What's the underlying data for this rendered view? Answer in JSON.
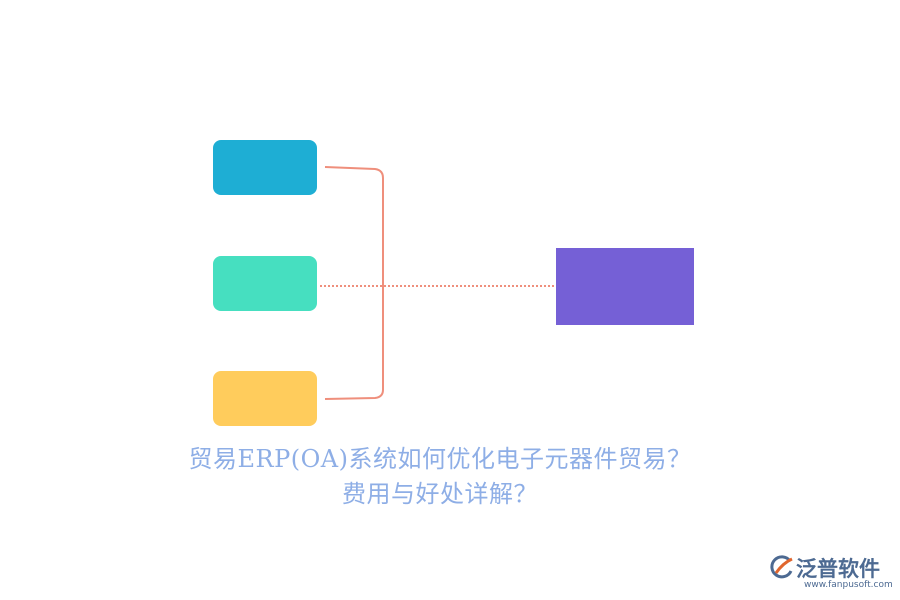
{
  "diagram": {
    "nodes": [
      {
        "id": "node-1",
        "color": "#1eaed4"
      },
      {
        "id": "node-2",
        "color": "#46dfc0"
      },
      {
        "id": "node-3",
        "color": "#ffcc5c"
      }
    ],
    "target_color": "#7560d6",
    "connector_color": "#ef8f7c"
  },
  "title": {
    "line1": "贸易ERP(OA)系统如何优化电子元器件贸易？",
    "line2": "费用与好处详解？",
    "color": "#8eaee6"
  },
  "logo": {
    "name": "泛普软件",
    "url": "www.fanpusoft.com",
    "name_color": "#4d6a92",
    "accent_color": "#e0662e"
  }
}
